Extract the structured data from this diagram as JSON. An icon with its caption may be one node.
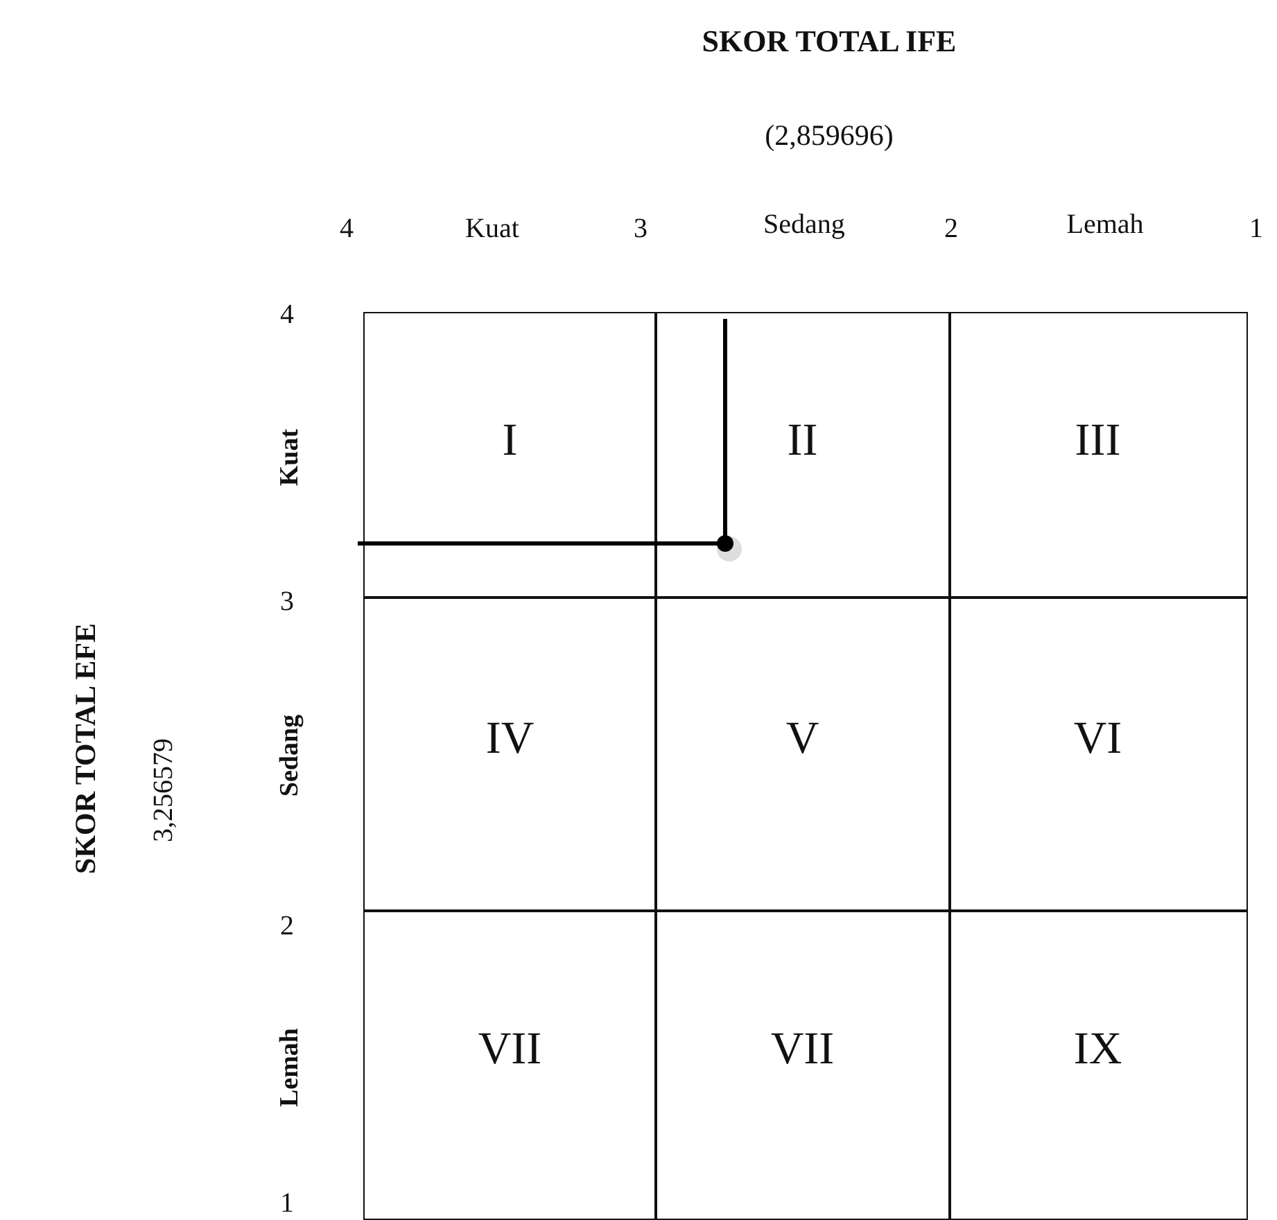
{
  "diagram": {
    "title": "SKOR TOTAL IFE",
    "nodes": [
      {
        "text": [
          "I"
        ]
      },
      {
        "text": [
          "II"
        ]
      },
      {
        "text": [
          "III"
        ]
      },
      {
        "text": [
          "IV"
        ]
      },
      {
        "text": [
          "V"
        ]
      },
      {
        "text": [
          "VI"
        ]
      },
      {
        "text": [
          "VII"
        ]
      },
      {
        "text": [
          "VII"
        ]
      },
      {
        "text": [
          "IX"
        ]
      }
    ],
    "labels": [
      "(2,859696)",
      "4",
      "Kuat",
      "3",
      "Sedang",
      "2",
      "Lemah",
      "1",
      "SKOR TOTAL EFE",
      "3,256579",
      "4",
      "Kuat",
      "3",
      "Sedang",
      "2",
      "Lemah",
      "1"
    ]
  }
}
